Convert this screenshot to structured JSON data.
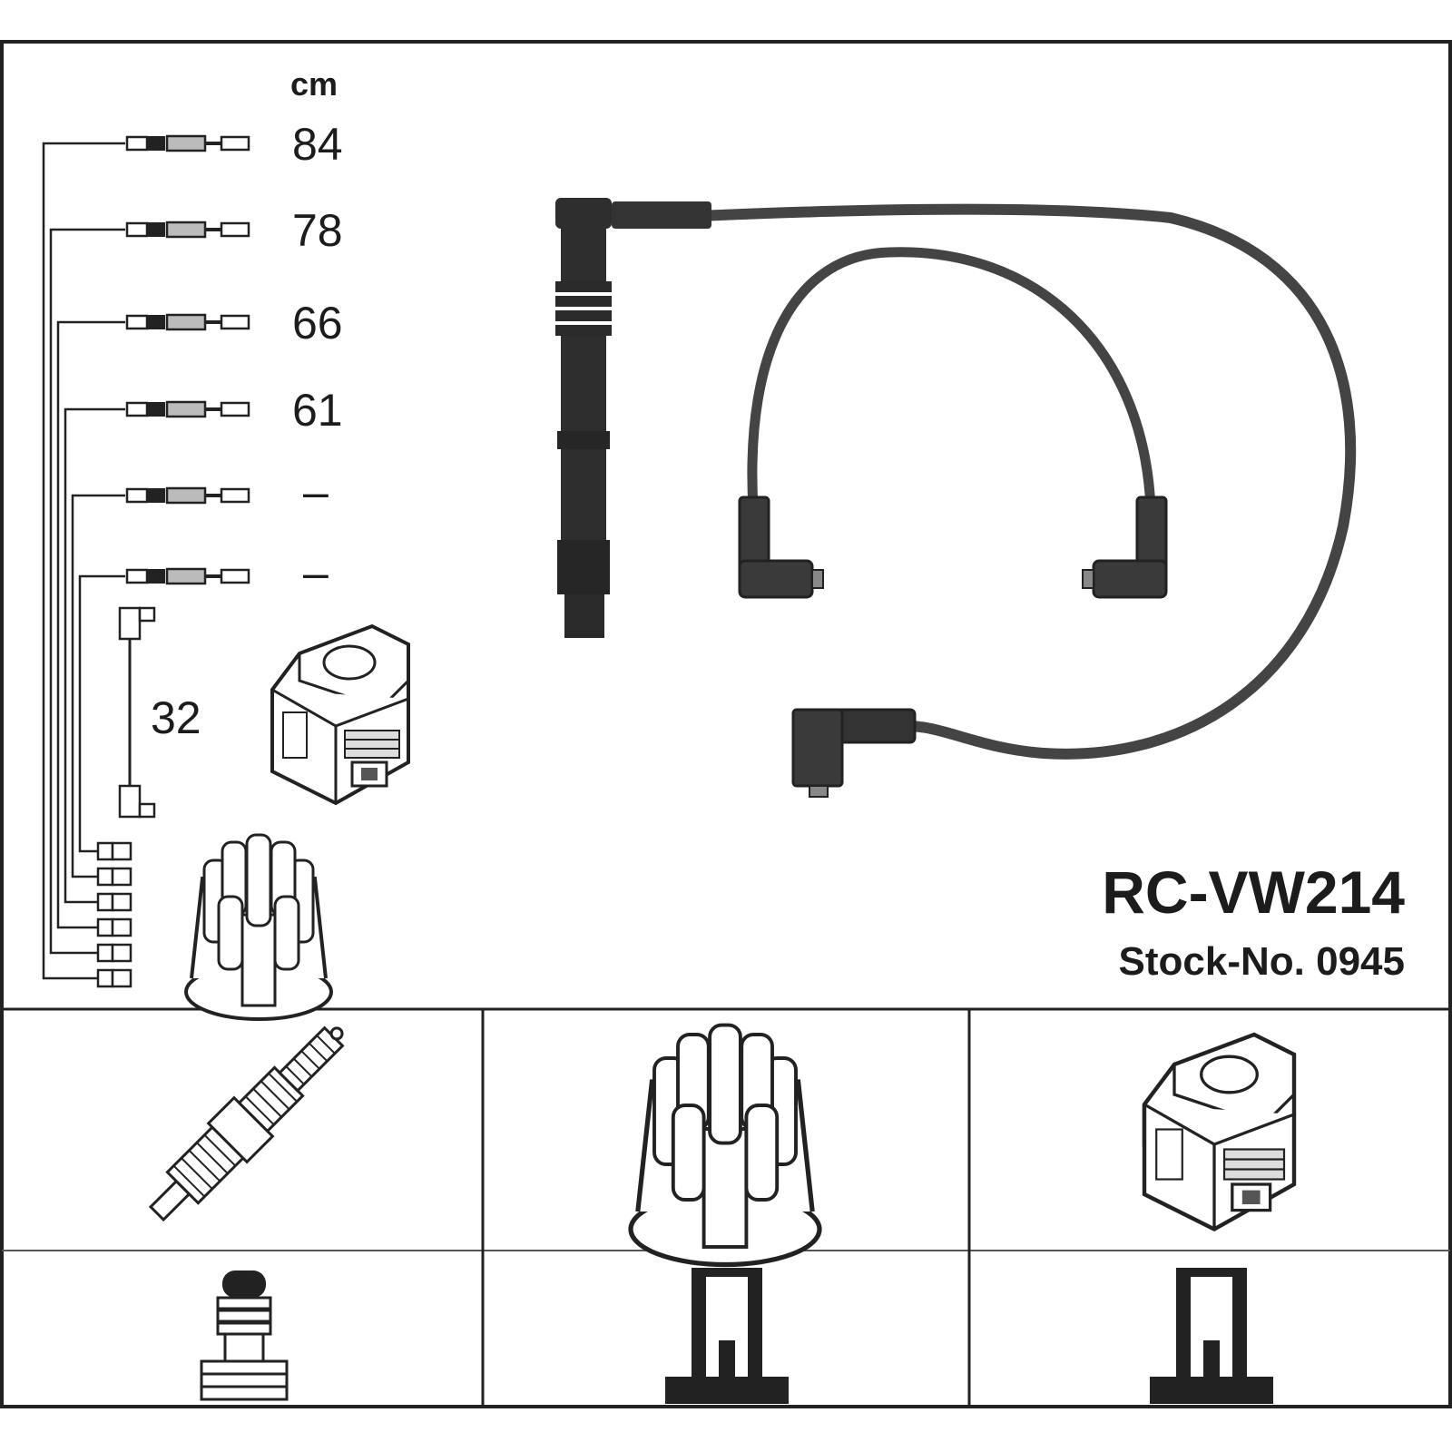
{
  "unit": "cm",
  "wire_lengths": [
    "84",
    "78",
    "66",
    "61",
    "–",
    "–"
  ],
  "coil_lead_length": "32",
  "product": {
    "code": "RC-VW214",
    "stock_number": "Stock-No. 0945"
  },
  "components": [
    {
      "name": "spark plug",
      "icon": "spark-plug-icon",
      "connector": "plug-terminal-icon"
    },
    {
      "name": "distributor cap",
      "icon": "distributor-cap-icon",
      "connector": "socket-terminal-icon"
    },
    {
      "name": "ignition coil",
      "icon": "ignition-coil-icon",
      "connector": "socket-terminal-icon"
    }
  ]
}
